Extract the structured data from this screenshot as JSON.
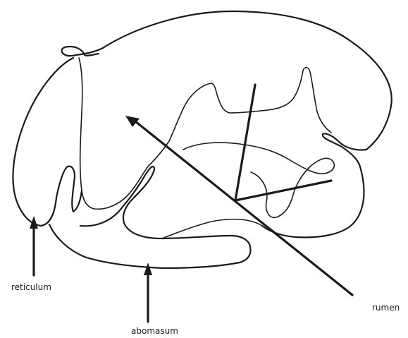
{
  "labels": {
    "reticulum": "reticulum",
    "abomasum": "abomasum",
    "rumen": "rumen"
  }
}
